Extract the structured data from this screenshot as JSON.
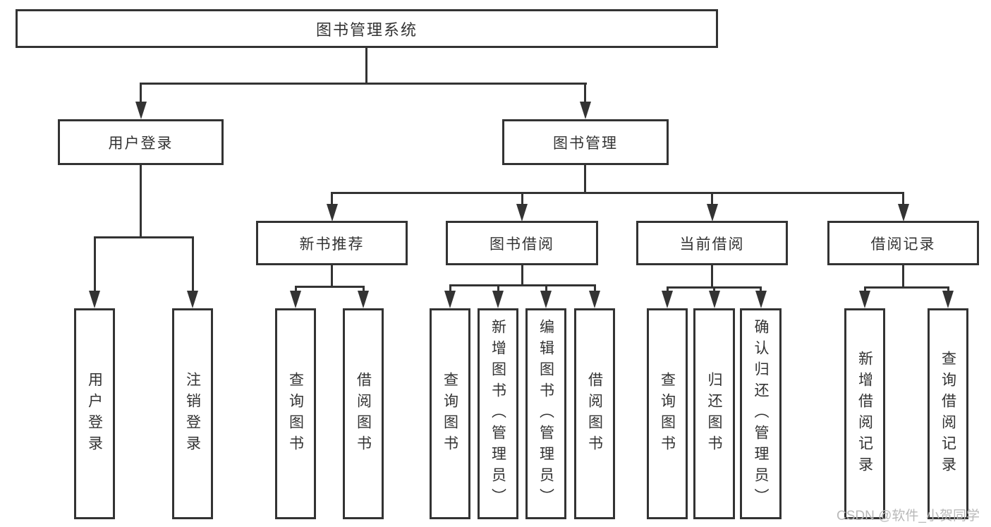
{
  "colors": {
    "line": "#333333",
    "box_border": "#333333",
    "box_background": "#ffffff",
    "text": "#333333",
    "watermark": "#b9b9b9"
  },
  "watermark": {
    "text": "CSDN @软件_小贺同学"
  },
  "diagram": {
    "type": "hierarchy-tree",
    "nodes": {
      "root": {
        "label": "图书管理系统"
      },
      "user_login": {
        "label": "用户登录"
      },
      "book_mgmt": {
        "label": "图书管理"
      },
      "new_book": {
        "label": "新书推荐"
      },
      "book_borrow": {
        "label": "图书借阅"
      },
      "current_borrow": {
        "label": "当前借阅"
      },
      "borrow_record": {
        "label": "借阅记录"
      },
      "leaf_user_login": {
        "label": "用户登录"
      },
      "leaf_logout": {
        "label": "注销登录"
      },
      "leaf_nb_query": {
        "label": "查询图书"
      },
      "leaf_nb_borrow": {
        "label": "借阅图书"
      },
      "leaf_bb_query": {
        "label": "查询图书"
      },
      "leaf_bb_add": {
        "label": "新增图书（管理员）"
      },
      "leaf_bb_edit": {
        "label": "编辑图书（管理员）"
      },
      "leaf_bb_borrow": {
        "label": "借阅图书"
      },
      "leaf_cb_query": {
        "label": "查询图书"
      },
      "leaf_cb_return": {
        "label": "归还图书"
      },
      "leaf_cb_confirm": {
        "label": "确认归还（管理员）"
      },
      "leaf_br_add": {
        "label": "新增借阅记录"
      },
      "leaf_br_query": {
        "label": "查询借阅记录"
      }
    },
    "hierarchy": [
      {
        "parent": "图书管理系统",
        "children": [
          "用户登录",
          "图书管理"
        ]
      },
      {
        "parent": "用户登录",
        "children": [
          "用户登录",
          "注销登录"
        ]
      },
      {
        "parent": "图书管理",
        "children": [
          "新书推荐",
          "图书借阅",
          "当前借阅",
          "借阅记录"
        ]
      },
      {
        "parent": "新书推荐",
        "children": [
          "查询图书",
          "借阅图书"
        ]
      },
      {
        "parent": "图书借阅",
        "children": [
          "查询图书",
          "新增图书（管理员）",
          "编辑图书（管理员）",
          "借阅图书"
        ]
      },
      {
        "parent": "当前借阅",
        "children": [
          "查询图书",
          "归还图书",
          "确认归还（管理员）"
        ]
      },
      {
        "parent": "借阅记录",
        "children": [
          "新增借阅记录",
          "查询借阅记录"
        ]
      }
    ]
  }
}
